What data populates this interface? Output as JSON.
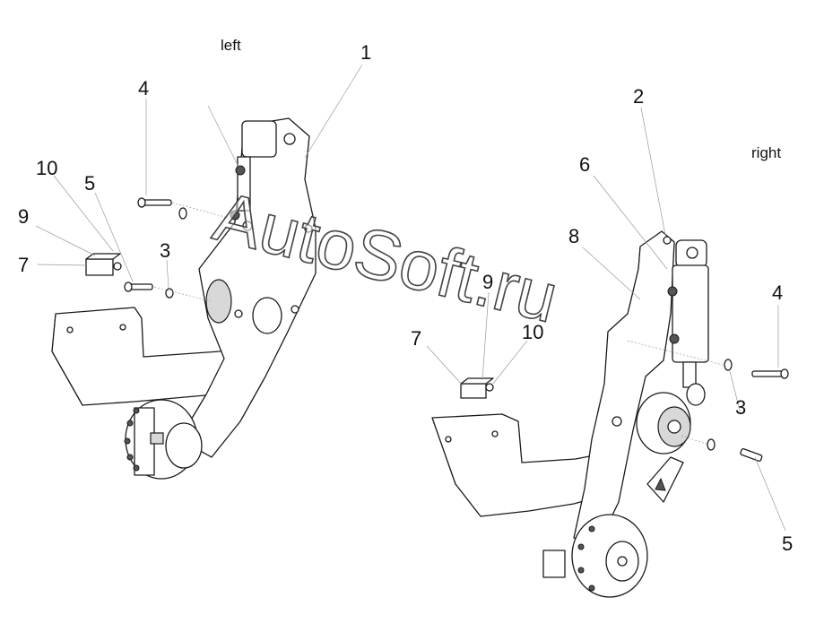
{
  "side_labels": {
    "left": "left",
    "right": "right"
  },
  "callouts": {
    "c1": "1",
    "c2": "2",
    "c3_left": "3",
    "c3_right": "3",
    "c4_left": "4",
    "c4_right": "4",
    "c5_left": "5",
    "c5_right": "5",
    "c6": "6",
    "c7_left": "7",
    "c7_right": "7",
    "c8": "8",
    "c9_left": "9",
    "c9_right": "9",
    "c10_left": "10",
    "c10_right": "10"
  },
  "watermark": "AutoSoft.ru",
  "colors": {
    "line": "#1a1a1a",
    "leader": "#9a9a9a",
    "shade": "#d8d8d8",
    "background": "#ffffff"
  }
}
